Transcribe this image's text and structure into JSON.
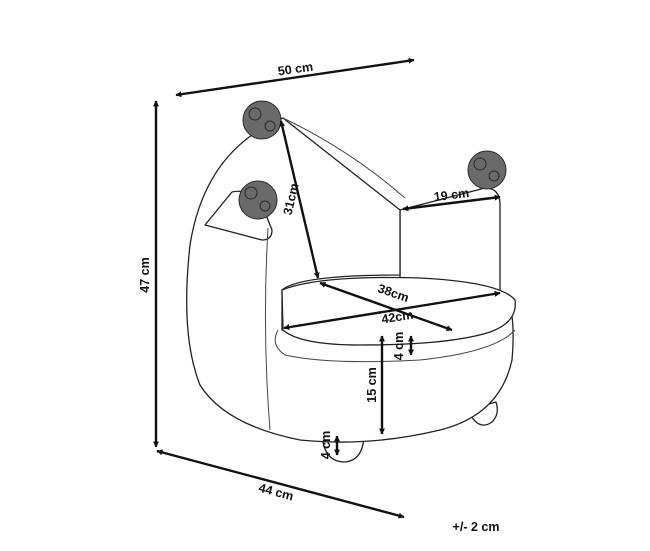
{
  "dimensions": {
    "width": "50 cm",
    "height": "47 cm",
    "depth": "44 cm",
    "back_height": "31cm",
    "armrest": "19 cm",
    "seat_depth": "38cm",
    "seat_width": "42cm",
    "cushion": "4 cm",
    "seat_height": "15 cm",
    "leg": "4 cm"
  },
  "tolerance": "+/- 2 cm",
  "colors": {
    "outline": "#222222",
    "pompom": "#6a6a6a"
  }
}
